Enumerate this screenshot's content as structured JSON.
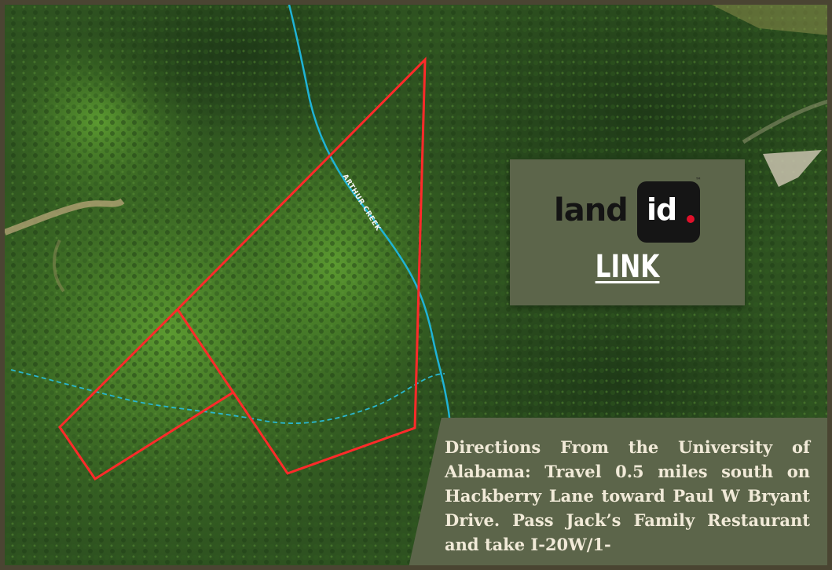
{
  "map": {
    "creek_label": "ARTHUR CREEK",
    "colors": {
      "boundary": "#ff2a2a",
      "creek": "#1fb3d6",
      "stream_dashed": "#2ab6cf",
      "forest_dark": "#2a4a1e",
      "forest_light": "#4f8a2a"
    }
  },
  "landid_card": {
    "logo_word": "land",
    "logo_badge": "id",
    "logo_tm": "™",
    "link_label": "LINK"
  },
  "directions": {
    "text": "Directions From the University of Alabama: Travel 0.5 miles south on Hackberry Lane toward Paul W Bryant Drive. Pass Jack’s Family Restaurant and take I-20W/1-"
  }
}
